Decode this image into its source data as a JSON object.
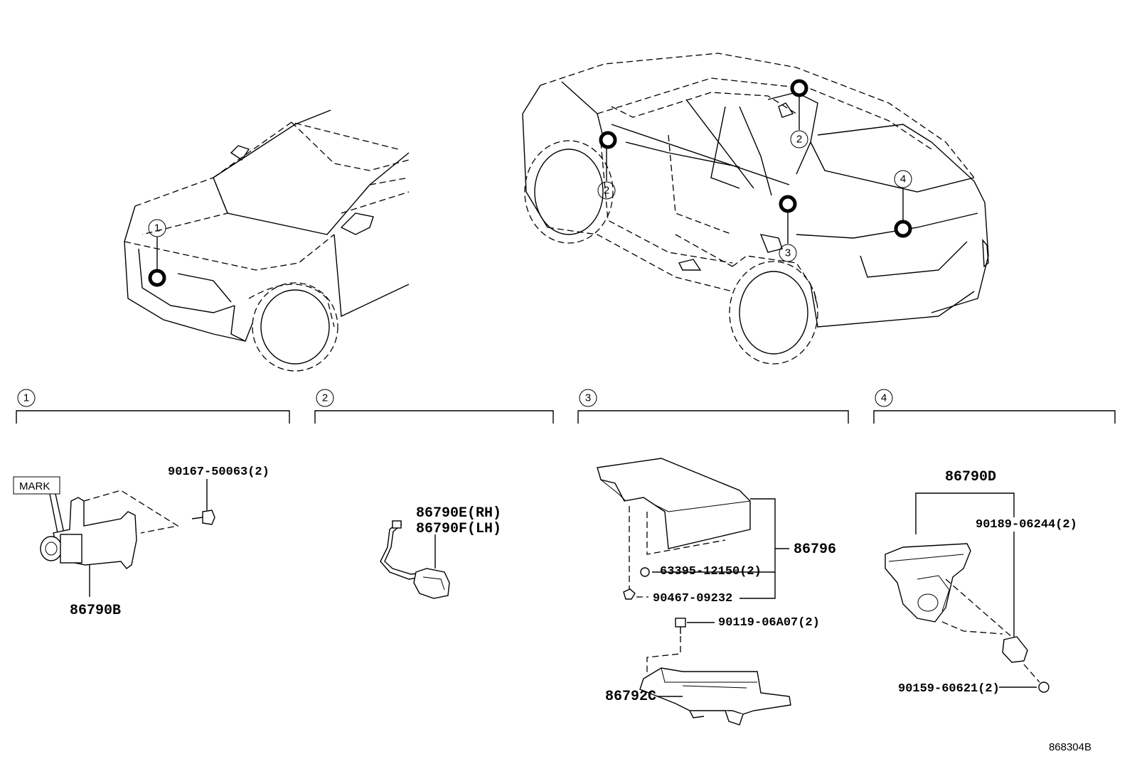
{
  "callouts": {
    "c1": "1",
    "c2": "2",
    "c3": "3",
    "c4": "4"
  },
  "sections": [
    {
      "num": "1"
    },
    {
      "num": "2"
    },
    {
      "num": "3"
    },
    {
      "num": "4"
    }
  ],
  "parts": {
    "mark": "MARK",
    "p86790B": "86790B",
    "p90167": "90167-50063(2)",
    "p86790E": "86790E(RH)",
    "p86790F": "86790F(LH)",
    "p86796": "86796",
    "p63395": "63395-12150(2)",
    "p90467": "90467-09232",
    "p90119": "90119-06A07(2)",
    "p86792C": "86792C",
    "p86790D": "86790D",
    "p90189": "90189-06244(2)",
    "p90159": "90159-60621(2)"
  },
  "diagram_id": "868304B"
}
